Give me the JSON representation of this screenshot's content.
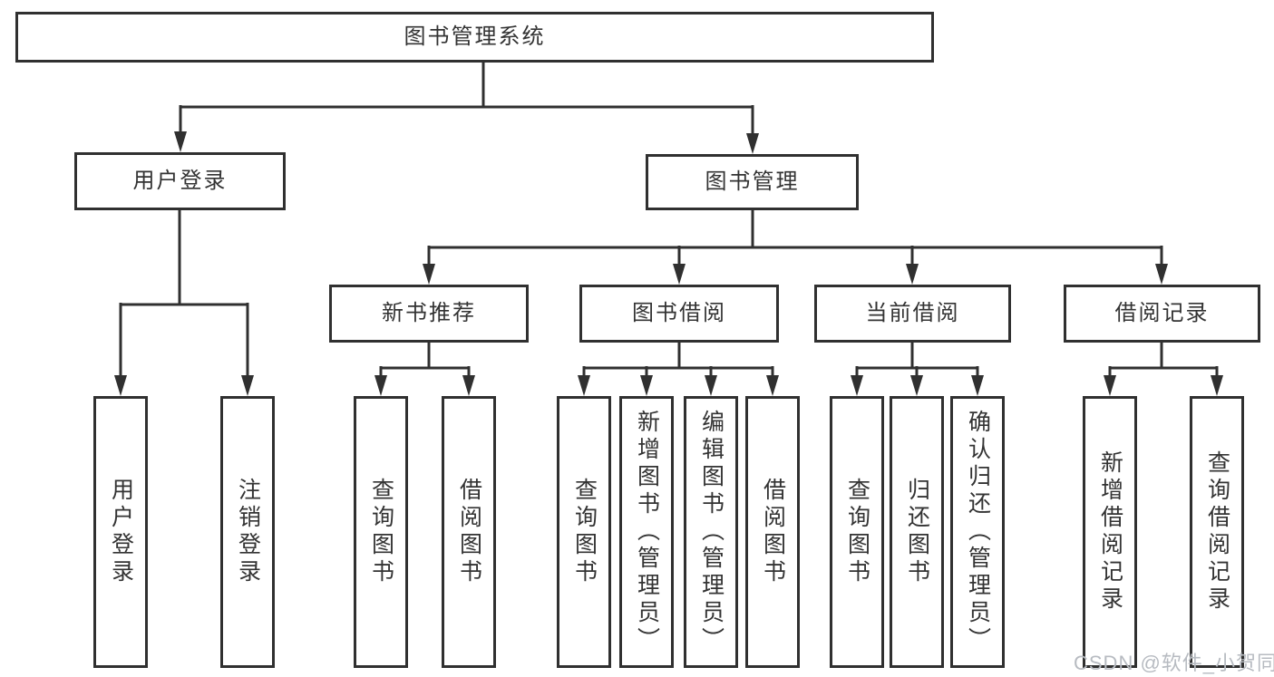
{
  "diagram": {
    "root": {
      "label": "图书管理系统"
    },
    "level2": {
      "user_login": {
        "label": "用户登录"
      },
      "book_mgmt": {
        "label": "图书管理"
      }
    },
    "level3": {
      "new_books": {
        "label": "新书推荐"
      },
      "book_borrow": {
        "label": "图书借阅"
      },
      "current_borrow": {
        "label": "当前借阅"
      },
      "borrow_records": {
        "label": "借阅记录"
      }
    },
    "leaves": {
      "user_login": {
        "label": "用户登录"
      },
      "logout": {
        "label": "注销登录"
      },
      "nb_query": {
        "label": "查询图书"
      },
      "nb_borrow": {
        "label": "借阅图书"
      },
      "bb_query": {
        "label": "查询图书"
      },
      "bb_add": {
        "label": "新增图书（管理员）"
      },
      "bb_edit": {
        "label": "编辑图书（管理员）"
      },
      "bb_borrow": {
        "label": "借阅图书"
      },
      "cb_query": {
        "label": "查询图书"
      },
      "cb_return": {
        "label": "归还图书"
      },
      "cb_confirm": {
        "label": "确认归还（管理员）"
      },
      "br_add": {
        "label": "新增借阅记录"
      },
      "br_query": {
        "label": "查询借阅记录"
      }
    }
  },
  "watermark": {
    "text": "CSDN @软件_小贺同学"
  },
  "colors": {
    "line": "#303030",
    "text": "#333333",
    "watermark": "#b7bbc1"
  }
}
